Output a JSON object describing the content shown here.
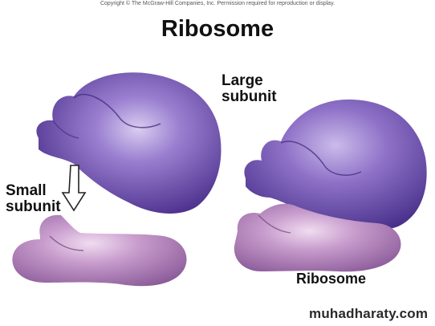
{
  "copyright": "Copyright © The McGraw-Hill Companies, Inc. Permission required for reproduction or display.",
  "title": "Ribosome",
  "labels": {
    "large_line1": "Large",
    "large_line2": "subunit",
    "small_line1": "Small",
    "small_line2": "subunit",
    "ribosome": "Ribosome"
  },
  "watermark": "muhadharaty.com",
  "colors": {
    "large_subunit": "#6a4aa8",
    "small_subunit": "#b27fba",
    "arrow_outline": "#222222"
  }
}
